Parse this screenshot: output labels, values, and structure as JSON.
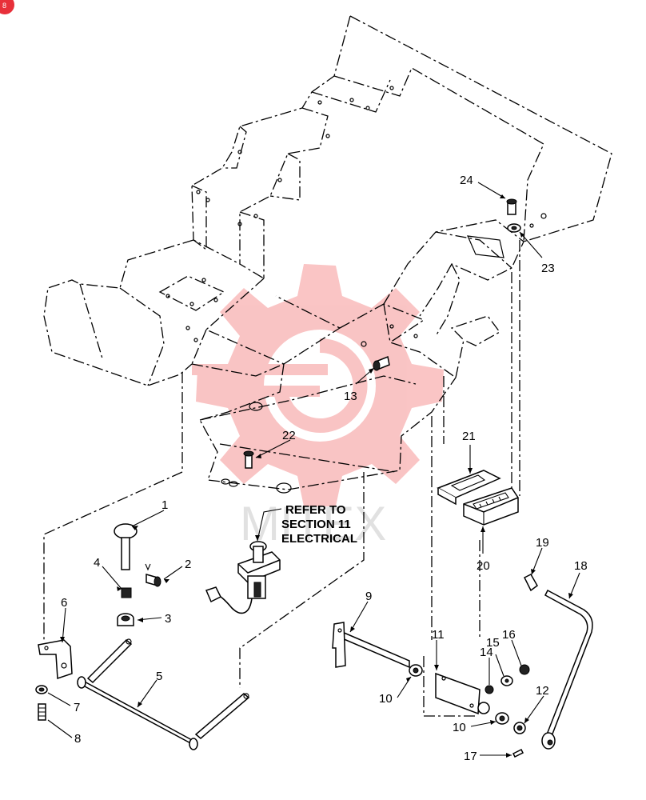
{
  "diagram": {
    "callouts": [
      {
        "id": "1",
        "text": "1"
      },
      {
        "id": "2",
        "text": "2"
      },
      {
        "id": "3",
        "text": "3"
      },
      {
        "id": "4",
        "text": "4"
      },
      {
        "id": "5",
        "text": "5"
      },
      {
        "id": "6",
        "text": "6"
      },
      {
        "id": "7",
        "text": "7"
      },
      {
        "id": "8",
        "text": "8"
      },
      {
        "id": "9",
        "text": "9"
      },
      {
        "id": "10a",
        "text": "10"
      },
      {
        "id": "10b",
        "text": "10"
      },
      {
        "id": "11",
        "text": "11"
      },
      {
        "id": "12",
        "text": "12"
      },
      {
        "id": "13",
        "text": "13"
      },
      {
        "id": "14",
        "text": "14"
      },
      {
        "id": "15",
        "text": "15"
      },
      {
        "id": "16",
        "text": "16"
      },
      {
        "id": "17",
        "text": "17"
      },
      {
        "id": "18",
        "text": "18"
      },
      {
        "id": "19",
        "text": "19"
      },
      {
        "id": "20",
        "text": "20"
      },
      {
        "id": "21",
        "text": "21"
      },
      {
        "id": "22",
        "text": "22"
      },
      {
        "id": "23",
        "text": "23"
      },
      {
        "id": "24",
        "text": "24"
      }
    ],
    "note_lines": [
      "REFER TO",
      "SECTION 11",
      "ELECTRICAL"
    ],
    "watermark": "MITEX",
    "corner_badge": "8",
    "colors": {
      "line": "#000000",
      "background": "#ffffff",
      "watermark_logo": "#f05a5a",
      "badge": "#e8303a"
    }
  }
}
